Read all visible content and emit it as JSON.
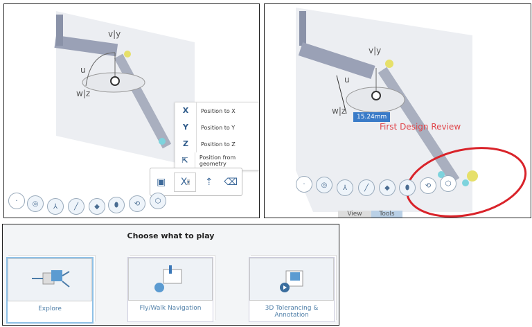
{
  "left_view": {
    "axis_labels": {
      "v": "v|y",
      "u": "u",
      "w": "w|z"
    },
    "position_menu": [
      {
        "icon": "position-x-icon",
        "glyph": "X",
        "label": "Position to X"
      },
      {
        "icon": "position-y-icon",
        "glyph": "Y",
        "label": "Position to Y"
      },
      {
        "icon": "position-z-icon",
        "glyph": "Z",
        "label": "Position to Z"
      },
      {
        "icon": "position-geometry-icon",
        "glyph": "⇱",
        "label": "Position from geometry"
      }
    ],
    "toolbar": [
      "snap-icon",
      "position-x-icon",
      "translate-icon",
      "eraser-icon"
    ],
    "toolbar_glyphs": [
      "▣",
      "X",
      "⇡",
      "⌫"
    ],
    "view_buttons": [
      "point-icon",
      "circle-icon",
      "axes-icon",
      "line-icon",
      "plane-icon",
      "cylinder-icon",
      "rotate-icon",
      "cube-icon"
    ],
    "view_glyphs": [
      "·",
      "◎",
      "⅄",
      "╱",
      "◆",
      "⬮",
      "⟲",
      "⬡"
    ]
  },
  "right_view": {
    "axis_labels": {
      "v": "v|y",
      "u": "u",
      "w": "w|z"
    },
    "measurement": "15.24mm",
    "annotation": "First Design Review",
    "annotation_color": "#e0474c",
    "highlight_color": "#d9232a",
    "view_glyphs": [
      "·",
      "◎",
      "⅄",
      "╱",
      "◆",
      "⬮",
      "⟲",
      "⬡"
    ],
    "tabs": [
      "View",
      "Tools"
    ]
  },
  "chooser": {
    "title": "Choose what to play",
    "options": [
      {
        "label": "Explore",
        "icon": "explore-icon",
        "selected": true
      },
      {
        "label": "Fly/Walk Navigation",
        "icon": "fly-walk-icon",
        "selected": false
      },
      {
        "label": "3D Tolerancing & Annotation",
        "icon": "tolerancing-icon",
        "selected": false
      }
    ]
  }
}
